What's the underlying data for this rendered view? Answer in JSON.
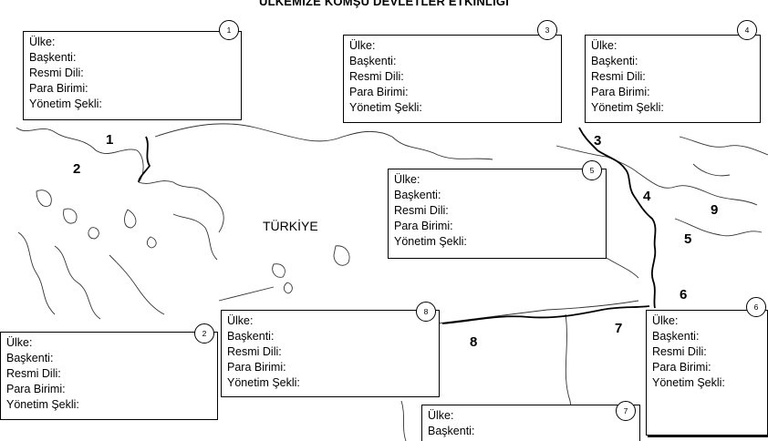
{
  "title": "ÜLKEMİZE KOMŞU DEVLETLER ETKİNLİĞİ",
  "country_label": "TÜRKİYE",
  "fields": {
    "country": "Ülke:",
    "capital": "Başkenti:",
    "language": "Resmi Dili:",
    "currency": "Para Birimi:",
    "government": "Yönetim Şekli:"
  },
  "cards": [
    {
      "badge": "1"
    },
    {
      "badge": "2"
    },
    {
      "badge": "3"
    },
    {
      "badge": "4"
    },
    {
      "badge": "5"
    },
    {
      "badge": "6"
    },
    {
      "badge": "7"
    },
    {
      "badge": "8"
    }
  ],
  "map_numbers": [
    "1",
    "2",
    "3",
    "4",
    "5",
    "6",
    "7",
    "8",
    "9"
  ]
}
